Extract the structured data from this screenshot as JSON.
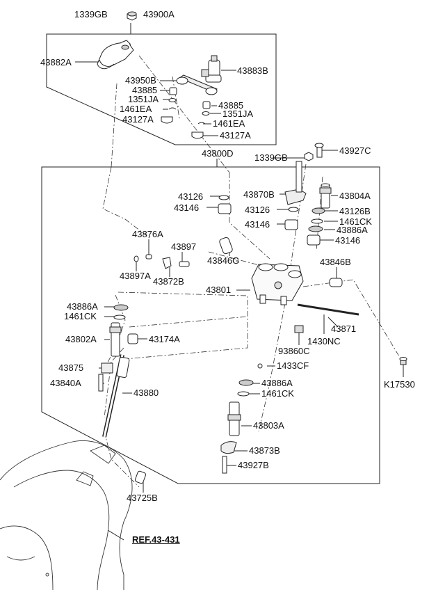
{
  "colors": {
    "line": "#222222",
    "part_fill": "#ffffff",
    "part_shade": "#cfcfcf",
    "background": "#ffffff"
  },
  "labels": {
    "p_1339gb_top": "1339GB",
    "p_43900a": "43900A",
    "p_43882a": "43882A",
    "p_43883b": "43883B",
    "p_43950b": "43950B",
    "p_43885_l": "43885",
    "p_1351ja_l": "1351JA",
    "p_1461ea_l": "1461EA",
    "p_43127a_l": "43127A",
    "p_43885_r": "43885",
    "p_1351ja_r": "1351JA",
    "p_1461ea_r": "1461EA",
    "p_43127a_r": "43127A",
    "p_43800d": "43800D",
    "p_1339gb_mid": "1339GB",
    "p_43927c": "43927C",
    "p_43126_top": "43126",
    "p_43146_top": "43146",
    "p_43870b": "43870B",
    "p_43804a": "43804A",
    "p_43126_mid": "43126",
    "p_43126b": "43126B",
    "p_43146_mid": "43146",
    "p_1461ck_top": "1461CK",
    "p_43886a_top": "43886A",
    "p_43146_right": "43146",
    "p_43876a": "43876A",
    "p_43897": "43897",
    "p_43846g": "43846G",
    "p_43897a": "43897A",
    "p_43872b": "43872B",
    "p_43846b": "43846B",
    "p_43801": "43801",
    "p_43886a_left": "43886A",
    "p_1461ck_left": "1461CK",
    "p_43802a": "43802A",
    "p_43174a": "43174A",
    "p_43871": "43871",
    "p_1430nc": "1430NC",
    "p_93860c": "93860C",
    "p_1433cf": "1433CF",
    "p_43875": "43875",
    "p_43840a": "43840A",
    "p_43886a_bot": "43886A",
    "p_1461ck_bot": "1461CK",
    "p_k17530": "K17530",
    "p_43880": "43880",
    "p_43803a": "43803A",
    "p_43873b": "43873B",
    "p_43927b": "43927B",
    "p_43725b": "43725B"
  },
  "reference": {
    "text": "REF.43-431"
  }
}
